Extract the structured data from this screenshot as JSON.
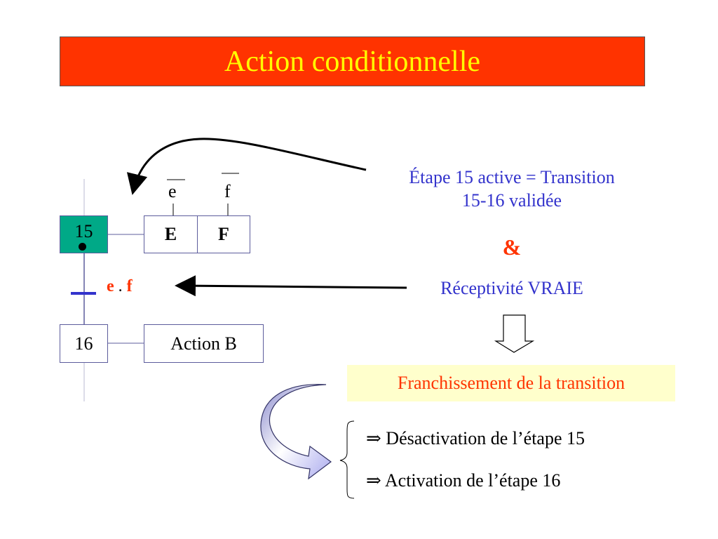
{
  "title": "Action conditionnelle",
  "steps": [
    {
      "id": "15",
      "label": "15",
      "active": true
    },
    {
      "id": "16",
      "label": "16",
      "active": false
    }
  ],
  "actions": {
    "step15": [
      {
        "label": "E",
        "condition_var": "e"
      },
      {
        "label": "F",
        "condition_var": "f"
      }
    ],
    "step16": [
      {
        "label": "Action B"
      }
    ]
  },
  "transition": {
    "condition_left": "e",
    "condition_op": ".",
    "condition_right": "f"
  },
  "annotations": {
    "etape_active_line1": "Étape 15 active = Transition",
    "etape_active_line2": "15-16 validée",
    "ampersand": "&",
    "receptivite": "Réceptivité VRAIE",
    "franchissement": "Franchissement de la transition",
    "consequence_1": "Désactivation de l’étape 15",
    "consequence_2": "Activation de l’étape 16",
    "implies_symbol": "⇒"
  },
  "colors": {
    "title_bg": "#ff3300",
    "title_text": "#ffff00",
    "active_step": "#00a987",
    "annotation_blue": "#3333cc",
    "highlight_red": "#ff3300",
    "franch_bg": "#ffffcc"
  }
}
